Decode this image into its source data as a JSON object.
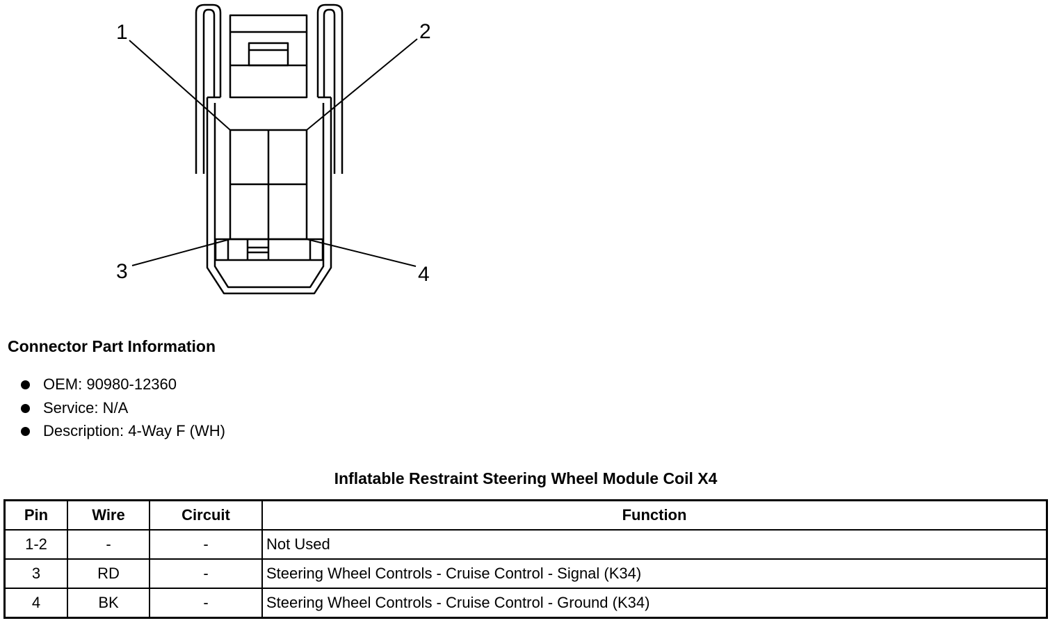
{
  "diagram": {
    "pin_labels": [
      "1",
      "2",
      "3",
      "4"
    ]
  },
  "connector_info": {
    "heading": "Connector Part Information",
    "items": [
      "OEM: 90980-12360",
      "Service: N/A",
      "Description: 4-Way F (WH)"
    ]
  },
  "table": {
    "title": "Inflatable Restraint Steering Wheel Module Coil X4",
    "headers": [
      "Pin",
      "Wire",
      "Circuit",
      "Function"
    ],
    "rows": [
      [
        "1-2",
        "-",
        "-",
        "Not Used"
      ],
      [
        "3",
        "RD",
        "-",
        "Steering Wheel Controls - Cruise Control - Signal (K34)"
      ],
      [
        "4",
        "BK",
        "-",
        "Steering Wheel Controls - Cruise Control - Ground (K34)"
      ]
    ]
  }
}
